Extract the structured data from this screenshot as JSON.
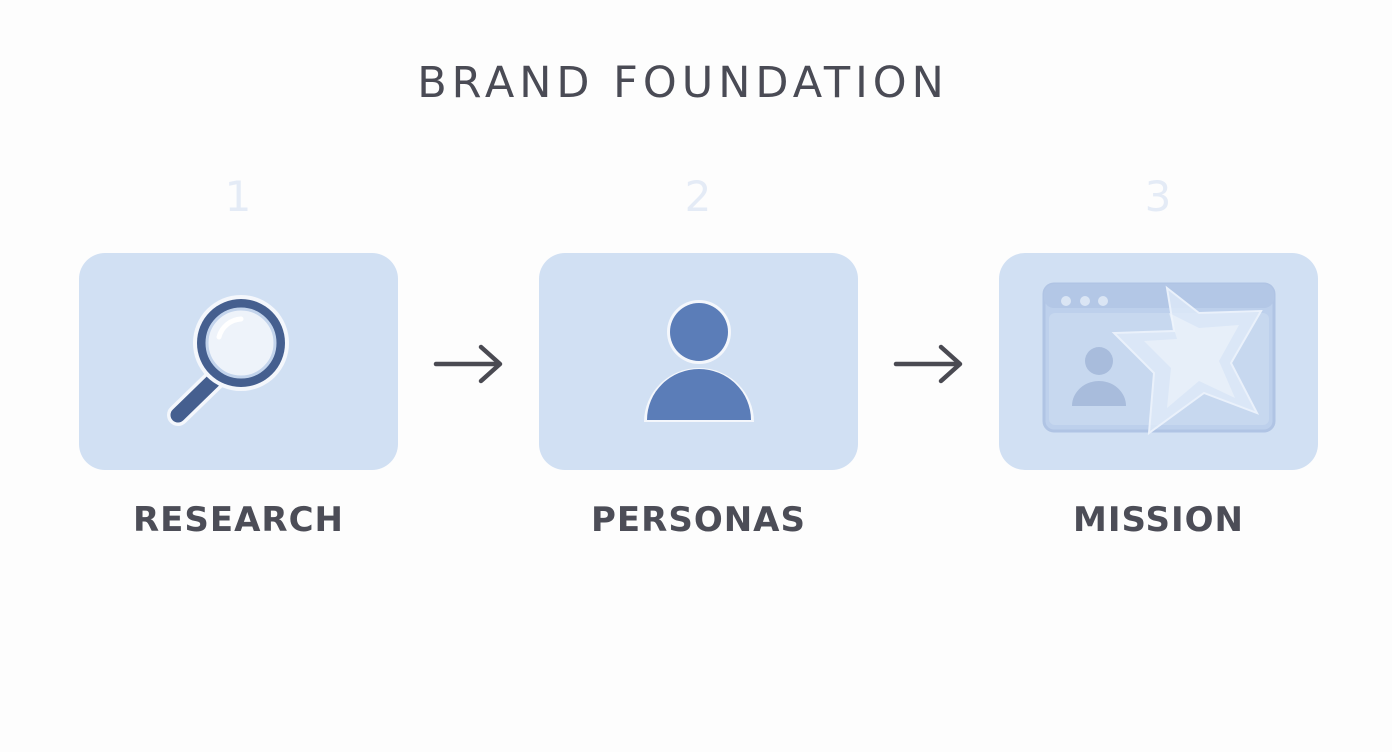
{
  "title": "BRAND FOUNDATION",
  "colors": {
    "card_fill": "#d1e0f3",
    "icon_blue": "#5b7db8",
    "icon_dark": "#455f8f",
    "number_color": "#e4ebf6",
    "text_color": "#4c4d57",
    "arrow_color": "#4a4a52"
  },
  "steps": [
    {
      "number": "1",
      "label": "RESEARCH",
      "icon": "magnifying-glass-icon"
    },
    {
      "number": "2",
      "label": "PERSONAS",
      "icon": "person-icon"
    },
    {
      "number": "3",
      "label": "MISSION",
      "icon": "browser-window-star-icon"
    }
  ],
  "connectors": [
    "arrow-right-icon",
    "arrow-right-icon"
  ]
}
